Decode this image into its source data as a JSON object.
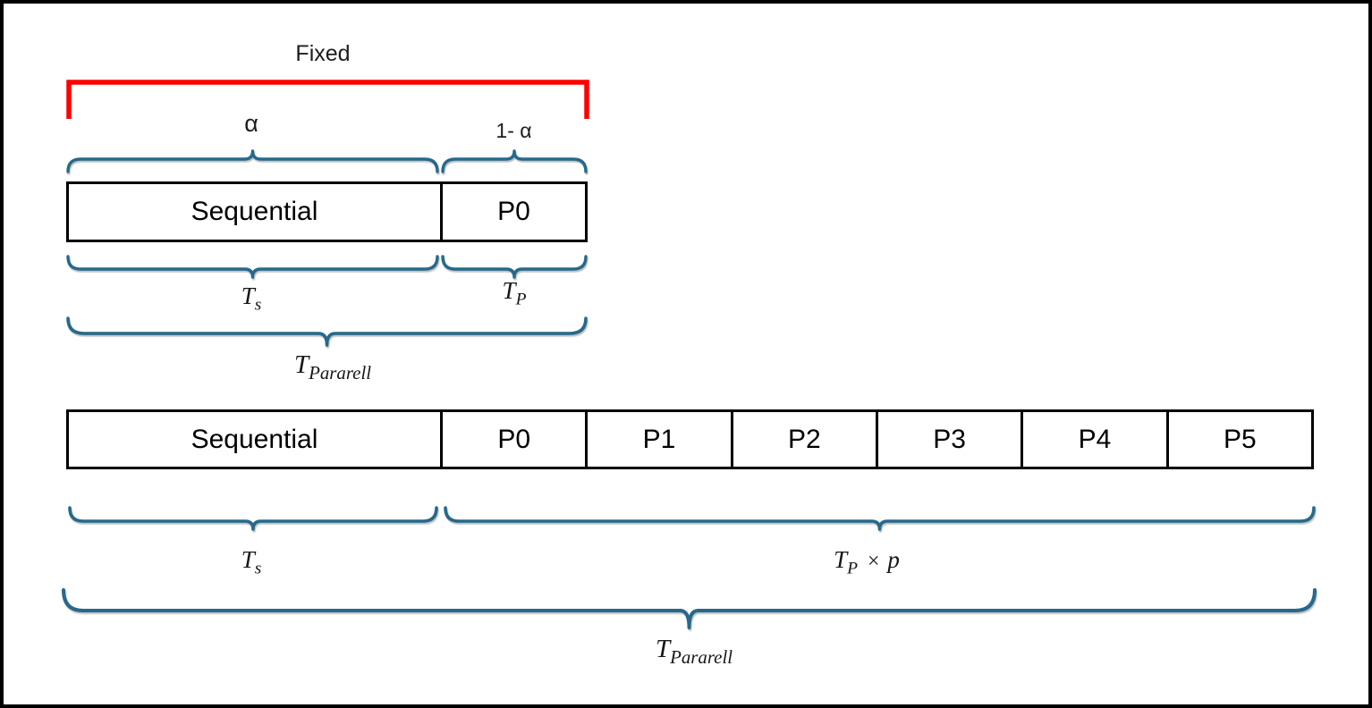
{
  "colors": {
    "bracket_red": "#ff0000",
    "brace_teal": "#26698c",
    "box_border": "#000000"
  },
  "top_diagram": {
    "fixed_label": "Fixed",
    "alpha_label": "α",
    "one_minus_alpha_label": "1- α",
    "bar_cells": [
      {
        "label": "Sequential"
      },
      {
        "label": "P0"
      }
    ],
    "t_s": {
      "base": "T",
      "sub": "s"
    },
    "t_p": {
      "base": "T",
      "sub": "P"
    },
    "t_parallel": {
      "base": "T",
      "sub": "Pararell"
    }
  },
  "bottom_diagram": {
    "bar_cells": [
      {
        "label": "Sequential"
      },
      {
        "label": "P0"
      },
      {
        "label": "P1"
      },
      {
        "label": "P2"
      },
      {
        "label": "P3"
      },
      {
        "label": "P4"
      },
      {
        "label": "P5"
      }
    ],
    "t_s": {
      "base": "T",
      "sub": "s"
    },
    "t_p_times_p": {
      "base": "T",
      "sub": "P",
      "operator": "×",
      "factor": "p"
    },
    "t_parallel": {
      "base": "T",
      "sub": "Pararell"
    }
  }
}
